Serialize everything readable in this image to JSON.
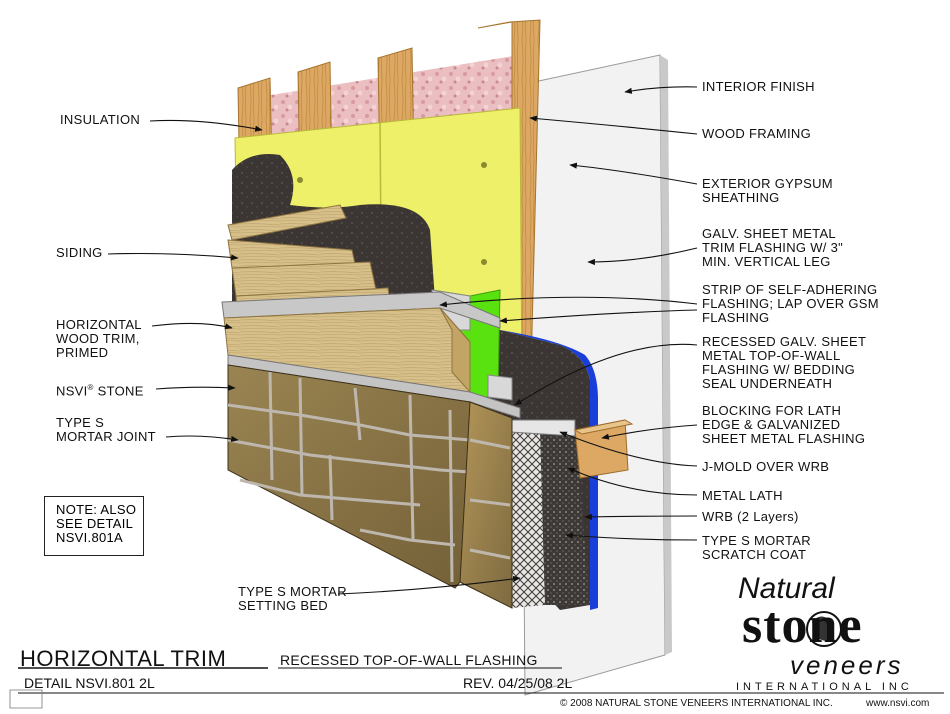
{
  "labels": {
    "insulation": "INSULATION",
    "siding": "SIDING",
    "horizontal_wood_trim": "HORIZONTAL\nWOOD TRIM,\nPRIMED",
    "nsvi_stone_pre": "NSVI",
    "nsvi_stone_reg": "®",
    "nsvi_stone_post": " STONE",
    "type_s_mortar_joint": "TYPE S\nMORTAR JOINT",
    "interior_finish": "INTERIOR FINISH",
    "wood_framing": "WOOD FRAMING",
    "exterior_gypsum": "EXTERIOR GYPSUM\nSHEATHING",
    "galv_trim_flashing": "GALV. SHEET METAL\nTRIM FLASHING W/ 3\"\nMIN. VERTICAL LEG",
    "strip_flashing": "STRIP OF SELF-ADHERING\nFLASHING; LAP OVER GSM\nFLASHING",
    "recessed_flashing": "RECESSED GALV. SHEET\nMETAL TOP-OF-WALL\nFLASHING W/ BEDDING\nSEAL UNDERNEATH",
    "blocking": "BLOCKING FOR LATH\nEDGE & GALVANIZED\nSHEET METAL FLASHING",
    "j_mold": "J-MOLD OVER WRB",
    "metal_lath": "METAL LATH",
    "wrb": "WRB (2 Layers)",
    "scratch_coat": "TYPE S MORTAR\nSCRATCH COAT",
    "setting_bed": "TYPE S MORTAR\nSETTING BED"
  },
  "note": "NOTE: ALSO\nSEE DETAIL\nNSVI.801A",
  "title_block": {
    "title": "HORIZONTAL TRIM",
    "subtitle": "RECESSED TOP-OF-WALL FLASHING",
    "detail": "DETAIL NSVI.801 2L",
    "rev": "REV. 04/25/08 2L",
    "copyright": "© 2008 NATURAL STONE VENEERS INTERNATIONAL INC.",
    "website": "www.nsvi.com"
  },
  "logo": {
    "line1": "Natural",
    "line2": "stone",
    "line3": "veneers",
    "line4": "INTERNATIONAL INC"
  },
  "colors": {
    "wood": "#d9a85e",
    "insulation": "#e7b7bc",
    "sheathing": "#eef06a",
    "wrb": "#3a3533",
    "green_flashing": "#59e20f",
    "stone": "#8a7447",
    "blue_edge": "#1a3fd8"
  }
}
